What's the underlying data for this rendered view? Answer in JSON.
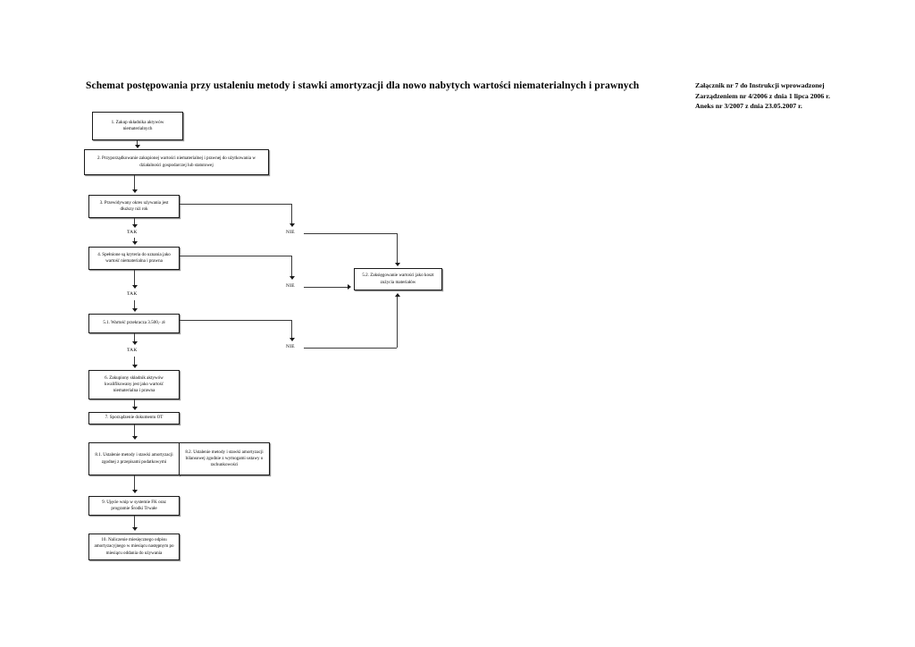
{
  "document": {
    "title": "Schemat postępowania przy ustaleniu metody i stawki amortyzacji dla nowo nabytych wartości niematerialnych i prawnych",
    "header_note": [
      "Załącznik nr 7 do Instrukcji wprowadzonej",
      "Zarządzeniem nr 4/2006 z dnia 1 lipca 2006 r.",
      "Aneks nr 3/2007 z dnia 23.05.2007 r."
    ]
  },
  "flowchart": {
    "type": "flowchart",
    "nodes": [
      {
        "id": "n1",
        "label": "1. Zakup składnika aktywów niematerialnych"
      },
      {
        "id": "n2",
        "label": "2. Przyporządkowanie zakupionej wartości niematerialnej i prawnej do użytkowania w działalności gospodarczej lub statutowej"
      },
      {
        "id": "n3",
        "label": "3. Przewidywany okres używania jest dłuższy niż rok"
      },
      {
        "id": "n4",
        "label": "4. Spełnione są kryteria do uznania jako wartość niematerialna i prawna"
      },
      {
        "id": "n51",
        "label": "5.1. Wartość przekracza 3.500,- zł"
      },
      {
        "id": "n52",
        "label": "5.2. Zaksięgowanie wartości jako koszt zużycia materiałów"
      },
      {
        "id": "n6",
        "label": "6. Zakupiony składnik aktywów kwalifikowany jest jako wartość niematerialna i prawna"
      },
      {
        "id": "n7",
        "label": "7. Sporządzenie dokumentu OT"
      },
      {
        "id": "n81",
        "label": "8.1. Ustalenie metody i stawki amortyzacji zgodnej z przepisami podatkowymi"
      },
      {
        "id": "n82",
        "label": "8.2. Ustalenie metody i stawki amortyzacji bilansowej zgodnie z wymogami ustawy o rachunkowości"
      },
      {
        "id": "n9",
        "label": "9. Ujęcie wnip w systemie FK oraz programie Środki Trwałe"
      },
      {
        "id": "n10",
        "label": "10. Naliczenie miesięcznego odpisu amortyzacyjnego w miesiącu następnym po miesiącu oddania do używania"
      }
    ],
    "branch_labels": {
      "tak3": "TAK",
      "nie3": "NIE",
      "tak4": "TAK",
      "nie4": "NIE",
      "tak51": "TAK",
      "nie51": "NIE"
    },
    "edges": [
      {
        "from": "n1",
        "to": "n2",
        "label": ""
      },
      {
        "from": "n2",
        "to": "n3",
        "label": ""
      },
      {
        "from": "n3",
        "to": "n4",
        "label": "TAK"
      },
      {
        "from": "n3",
        "to": "n52",
        "label": "NIE"
      },
      {
        "from": "n4",
        "to": "n51",
        "label": "TAK"
      },
      {
        "from": "n4",
        "to": "n52",
        "label": "NIE"
      },
      {
        "from": "n51",
        "to": "n6",
        "label": "TAK"
      },
      {
        "from": "n51",
        "to": "n52",
        "label": "NIE"
      },
      {
        "from": "n6",
        "to": "n7",
        "label": ""
      },
      {
        "from": "n7",
        "to": "n81",
        "label": ""
      },
      {
        "from": "n81",
        "to": "n9",
        "label": ""
      },
      {
        "from": "n9",
        "to": "n10",
        "label": ""
      }
    ]
  }
}
